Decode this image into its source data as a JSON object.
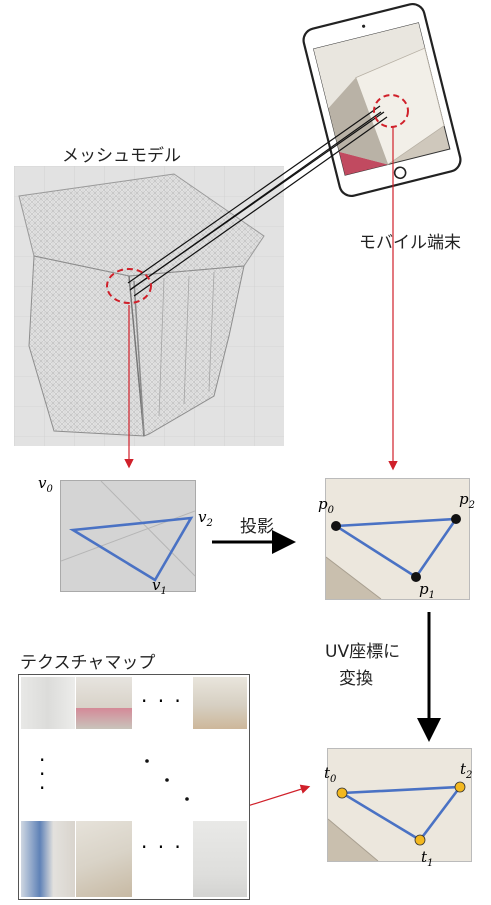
{
  "labels": {
    "mesh_model": "メッシュモデル",
    "mobile_device": "モバイル端末",
    "projection": "投影",
    "uv_convert_line1": "UV座標に",
    "uv_convert_line2": "変換",
    "texture_map": "テクスチャマップ"
  },
  "vertices": {
    "v0": "v",
    "v0_sub": "0",
    "v1": "v",
    "v1_sub": "1",
    "v2": "v",
    "v2_sub": "2",
    "p0": "p",
    "p0_sub": "0",
    "p1": "p",
    "p1_sub": "1",
    "p2": "p",
    "p2_sub": "2",
    "t0": "t",
    "t0_sub": "0",
    "t1": "t",
    "t1_sub": "1",
    "t2": "t",
    "t2_sub": "2"
  },
  "texture_dots": {
    "horizontal": "· · ·",
    "vertical": "·\n·\n·",
    "diagonal": "·  ·  ·"
  },
  "colors": {
    "triangle": "#4a72c4",
    "red_marker": "#d0202a",
    "point_black": "#111111",
    "point_orange": "#f3b81f",
    "photo_panel": "#ece7dd",
    "gray_panel": "#d4d4d4"
  }
}
